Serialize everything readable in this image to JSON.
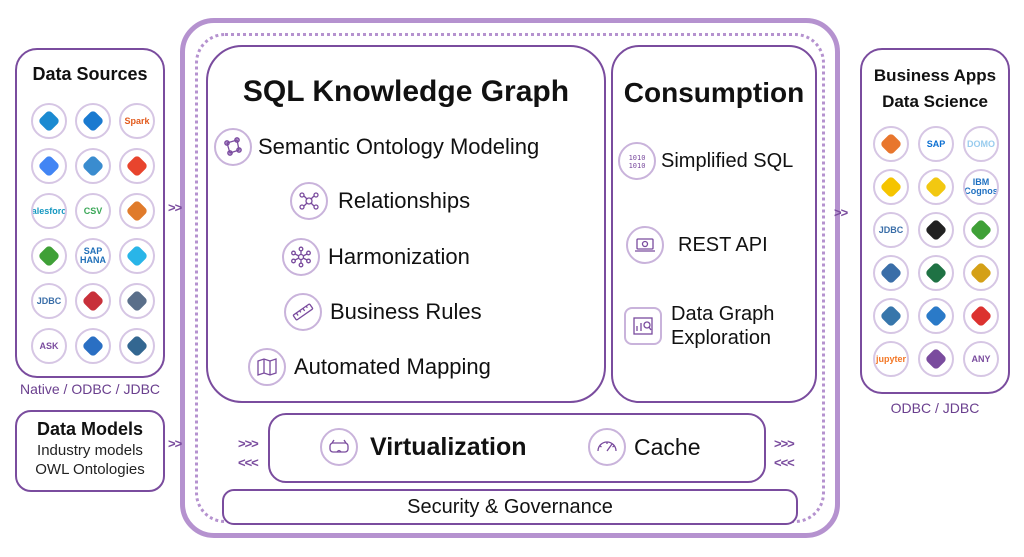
{
  "left": {
    "data_sources_title": "Data Sources",
    "data_sources_caption": "Native / ODBC / JDBC",
    "data_models_title": "Data Models",
    "data_models_line1": "Industry models",
    "data_models_line2": "OWL Ontologies",
    "source_icons": [
      {
        "name": "azure-synapse-icon",
        "label": "",
        "color": "#1b8ad1"
      },
      {
        "name": "azure-icon",
        "label": "",
        "color": "#1a7ad0"
      },
      {
        "name": "spark-icon",
        "label": "Spark",
        "color": "#e25a1c"
      },
      {
        "name": "bigquery-icon",
        "label": "",
        "color": "#4285f4"
      },
      {
        "name": "data-lake-icon",
        "label": "",
        "color": "#3a8ccf"
      },
      {
        "name": "databricks-icon",
        "label": "",
        "color": "#e8442d"
      },
      {
        "name": "salesforce-icon",
        "label": "salesforce",
        "color": "#1798c1"
      },
      {
        "name": "csv-icon",
        "label": "CSV",
        "color": "#3aa757"
      },
      {
        "name": "redshift-icon",
        "label": "",
        "color": "#e07b2b"
      },
      {
        "name": "mongodb-icon",
        "label": "",
        "color": "#3fa037"
      },
      {
        "name": "sap-hana-icon",
        "label": "SAP HANA",
        "color": "#1f6fb8"
      },
      {
        "name": "snowflake-icon",
        "label": "",
        "color": "#29b5e8"
      },
      {
        "name": "jdbc-icon",
        "label": "JDBC",
        "color": "#3a6ea8"
      },
      {
        "name": "sql-server-icon",
        "label": "",
        "color": "#c8303a"
      },
      {
        "name": "teradata-icon",
        "label": "",
        "color": "#5a6f8a"
      },
      {
        "name": "ask-icon",
        "label": "ASK",
        "color": "#7a4c9e"
      },
      {
        "name": "dynamodb-icon",
        "label": "",
        "color": "#2a6fc3"
      },
      {
        "name": "postgresql-icon",
        "label": "",
        "color": "#336791"
      }
    ]
  },
  "center": {
    "kg_title": "SQL Knowledge Graph",
    "items": {
      "semantic": "Semantic Ontology Modeling",
      "relationships": "Relationships",
      "harmonization": "Harmonization",
      "business_rules": "Business Rules",
      "automated_mapping": "Automated Mapping"
    },
    "consumption_title": "Consumption",
    "consumption": {
      "simplified_sql": "Simplified SQL",
      "rest_api": "REST API",
      "data_graph_line1": "Data Graph",
      "data_graph_line2": "Exploration"
    },
    "virtualization": "Virtualization",
    "cache": "Cache",
    "security": "Security & Governance",
    "arrow_right": ">>>",
    "arrow_left": "<<<",
    "double_arrow": ">>"
  },
  "right": {
    "title_line1": "Business Apps",
    "title_line2": "Data Science",
    "caption": "ODBC / JDBC",
    "app_icons": [
      {
        "name": "tableau-icon",
        "label": "",
        "color": "#e8762d"
      },
      {
        "name": "sap-icon",
        "label": "SAP",
        "color": "#0a6ed1"
      },
      {
        "name": "domo-icon",
        "label": "DOMO",
        "color": "#99ccee"
      },
      {
        "name": "alteryx-icon",
        "label": "",
        "color": "#f5c400"
      },
      {
        "name": "power-bi-icon",
        "label": "",
        "color": "#f2c811"
      },
      {
        "name": "ibm-cognos-icon",
        "label": "IBM Cognos",
        "color": "#1f70c1"
      },
      {
        "name": "jdbc-app-icon",
        "label": "JDBC",
        "color": "#3a6ea8"
      },
      {
        "name": "infinity-icon",
        "label": "",
        "color": "#222222"
      },
      {
        "name": "qlik-icon",
        "label": "",
        "color": "#3fa037"
      },
      {
        "name": "looker-icon",
        "label": "",
        "color": "#3a6ea8"
      },
      {
        "name": "excel-icon",
        "label": "",
        "color": "#1f7244"
      },
      {
        "name": "microstrategy-icon",
        "label": "",
        "color": "#d4a017"
      },
      {
        "name": "python-icon",
        "label": "",
        "color": "#3776ab"
      },
      {
        "name": "data-studio-icon",
        "label": "",
        "color": "#2a7ac8"
      },
      {
        "name": "scala-icon",
        "label": "",
        "color": "#dc322f"
      },
      {
        "name": "jupyter-icon",
        "label": "jupyter",
        "color": "#f37726"
      },
      {
        "name": "monitor-icon",
        "label": "",
        "color": "#7a4c9e"
      },
      {
        "name": "any-icon",
        "label": "ANY",
        "color": "#7a4c9e"
      }
    ]
  }
}
